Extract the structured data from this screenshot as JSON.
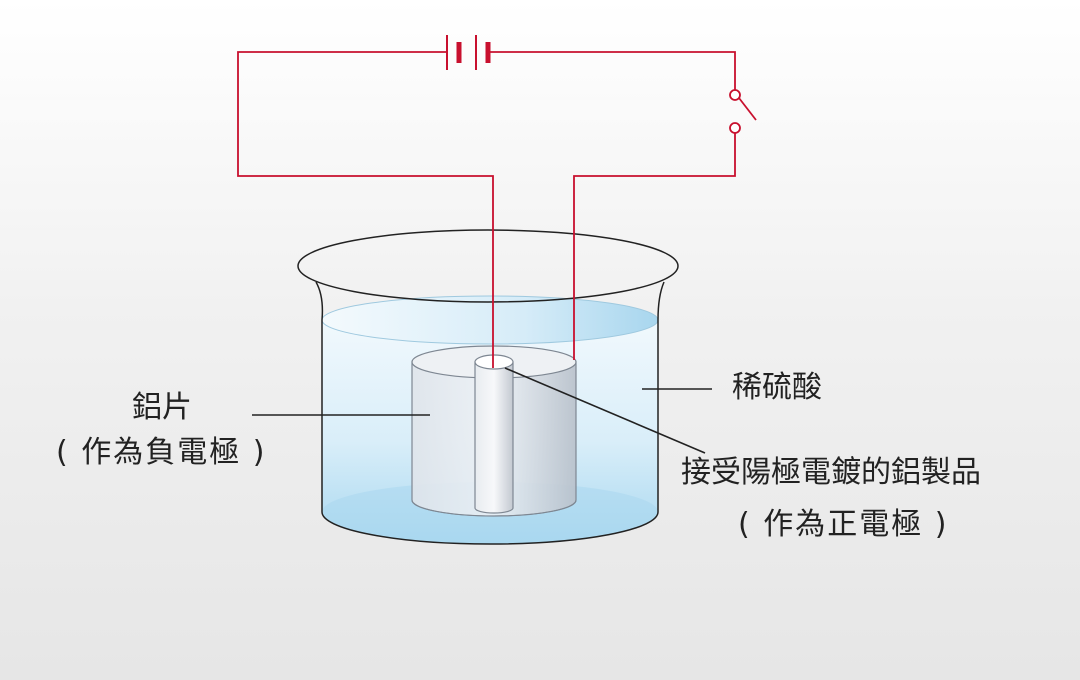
{
  "labels": {
    "aluminum_sheet": "鋁片",
    "aluminum_sheet_role": "( 作為負電極 )",
    "electrolyte": "稀硫酸",
    "workpiece": "接受陽極電鍍的鋁製品",
    "workpiece_role": "( 作為正電極 )"
  },
  "colors": {
    "wire": "#c8102e",
    "liquid": "#bfe3f5",
    "leader_line": "#222222",
    "beaker_outline": "#222222"
  },
  "components": [
    "battery",
    "switch",
    "beaker",
    "aluminum-cylinder",
    "aluminum-workpiece-rod"
  ]
}
